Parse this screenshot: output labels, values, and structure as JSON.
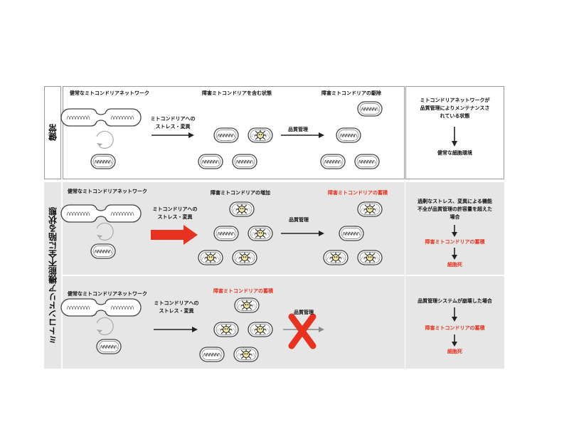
{
  "colors": {
    "accent_red": "#e8321f",
    "panel_gray": "#e6e6e6",
    "border": "#999999"
  },
  "row_labels": {
    "healthy": "健常",
    "dysfunction": "ミトコンドリア機能不全に陥る状態"
  },
  "row1": {
    "network_label": "健常なミトコンドリアネットワーク",
    "stress_label_1": "ミトコンドリアへの",
    "stress_label_2": "ストレス・変異",
    "damaged_label": "障害ミトコンドリアを含む状態",
    "qc_label": "品質管理",
    "removal_label": "障害ミトコンドリアの駆除",
    "summary_1": "ミトコンドリアネットワークが",
    "summary_2": "品質管理によりメンテナンスさ",
    "summary_3": "れている状態",
    "outcome": "健常な細胞環境"
  },
  "row2": {
    "network_label": "健常なミトコンドリアネットワーク",
    "stress_label_1": "ミトコンドリアへの",
    "stress_label_2": "ストレス・変異",
    "increase_label": "障害ミトコンドリアの増加",
    "qc_label": "品質管理",
    "accum_label": "障害ミトコンドリアの蓄積",
    "summary_1": "過剰なストレス、変異による機能",
    "summary_2": "不全が品質管理の許容量を超えた",
    "summary_3": "場合",
    "summary_accum": "障害ミトコンドリアの蓄積",
    "outcome": "細胞死"
  },
  "row3": {
    "network_label": "健常なミトコンドリアネットワーク",
    "stress_label_1": "ミトコンドリアへの",
    "stress_label_2": "ストレス・変異",
    "accum_label": "障害ミトコンドリアの蓄積",
    "qc_label": "品質管理",
    "summary_1": "品質管理システムが崩壊した場合",
    "summary_accum": "障害ミトコンドリアの蓄積",
    "outcome": "細胞死"
  },
  "icons": [
    "mitochondrion-icon",
    "damaged-mitochondrion-icon",
    "arrow-right-icon",
    "arrow-down-icon",
    "cross-mark-icon",
    "fission-loop-icon"
  ]
}
